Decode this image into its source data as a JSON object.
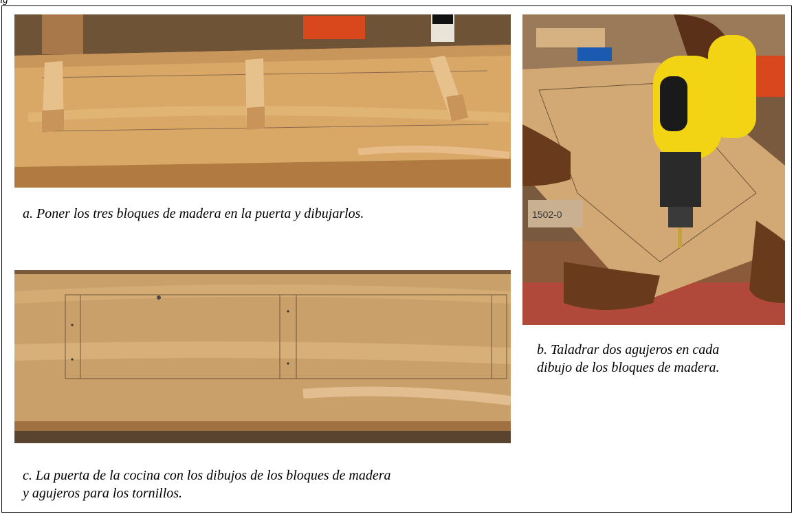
{
  "top_label": "ig",
  "photos": {
    "a": {
      "alt": "three wooden blocks placed on a plywood door"
    },
    "b": {
      "alt": "drilling holes in the plywood door with a yellow drill"
    },
    "c": {
      "alt": "plywood door with block outlines drawn"
    }
  },
  "captions": {
    "a": "a. Poner los tres bloques de madera en la puerta y dibujarlos.",
    "b_line1": "b. Taladrar dos agujeros en cada",
    "b_line2": "dibujo de los bloques de madera.",
    "c_line1": "c. La puerta de la cocina con los dibujos de los bloques de madera",
    "c_line2": "y agujeros para los tornillos."
  },
  "drill_label": "1502-0",
  "colors": {
    "wood_light": "#d9a463",
    "wood_dark": "#a86c34",
    "drill_yellow": "#f2d414",
    "skin": "#6a3a1c"
  }
}
